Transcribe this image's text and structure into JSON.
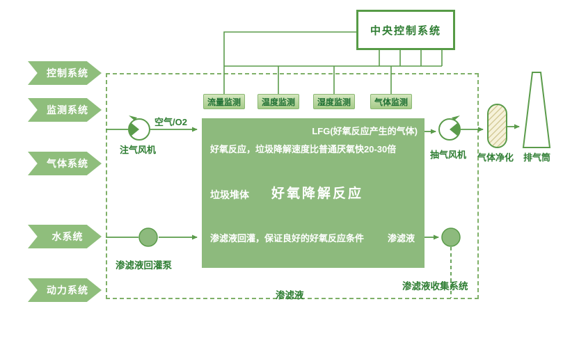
{
  "colors": {
    "chevron_green": "#8fbe7c",
    "reactor_green": "#8dba7d",
    "monitor_light_green": "#c3dcae",
    "line_green": "#5a9b4a",
    "text_dark_green": "#2e7d32",
    "text_white": "#ffffff"
  },
  "systems": [
    {
      "label": "控制系统"
    },
    {
      "label": "监测系统"
    },
    {
      "label": "气体系统"
    },
    {
      "label": "水系统"
    },
    {
      "label": "动力系统"
    }
  ],
  "control_center": {
    "label": "中央控制系统"
  },
  "monitors": [
    {
      "label": "流量监测"
    },
    {
      "label": "温度监测"
    },
    {
      "label": "湿度监测"
    },
    {
      "label": "气体监测"
    }
  ],
  "reactor": {
    "lfg_label": "LFG(好氧反应产生的气体)",
    "aerobic_note": "好氧反应，垃圾降解速度比普通厌氧快20-30倍",
    "pile_label": "垃圾堆体",
    "title": "好氧降解反应",
    "recirculation_note": "渗滤液回灌，保证良好的好氧反应条件",
    "leachate_out_label": "渗滤液"
  },
  "air_system": {
    "air_label": "空气/O2",
    "injection_fan_label": "注气风机",
    "extraction_fan_label": "抽气风机",
    "purifier_label": "气体净化",
    "stack_label": "排气筒"
  },
  "water_system": {
    "recirculation_pump_label": "渗滤液回灌泵",
    "collection_label": "渗滤液收集系统",
    "leachate_label": "渗滤液"
  }
}
